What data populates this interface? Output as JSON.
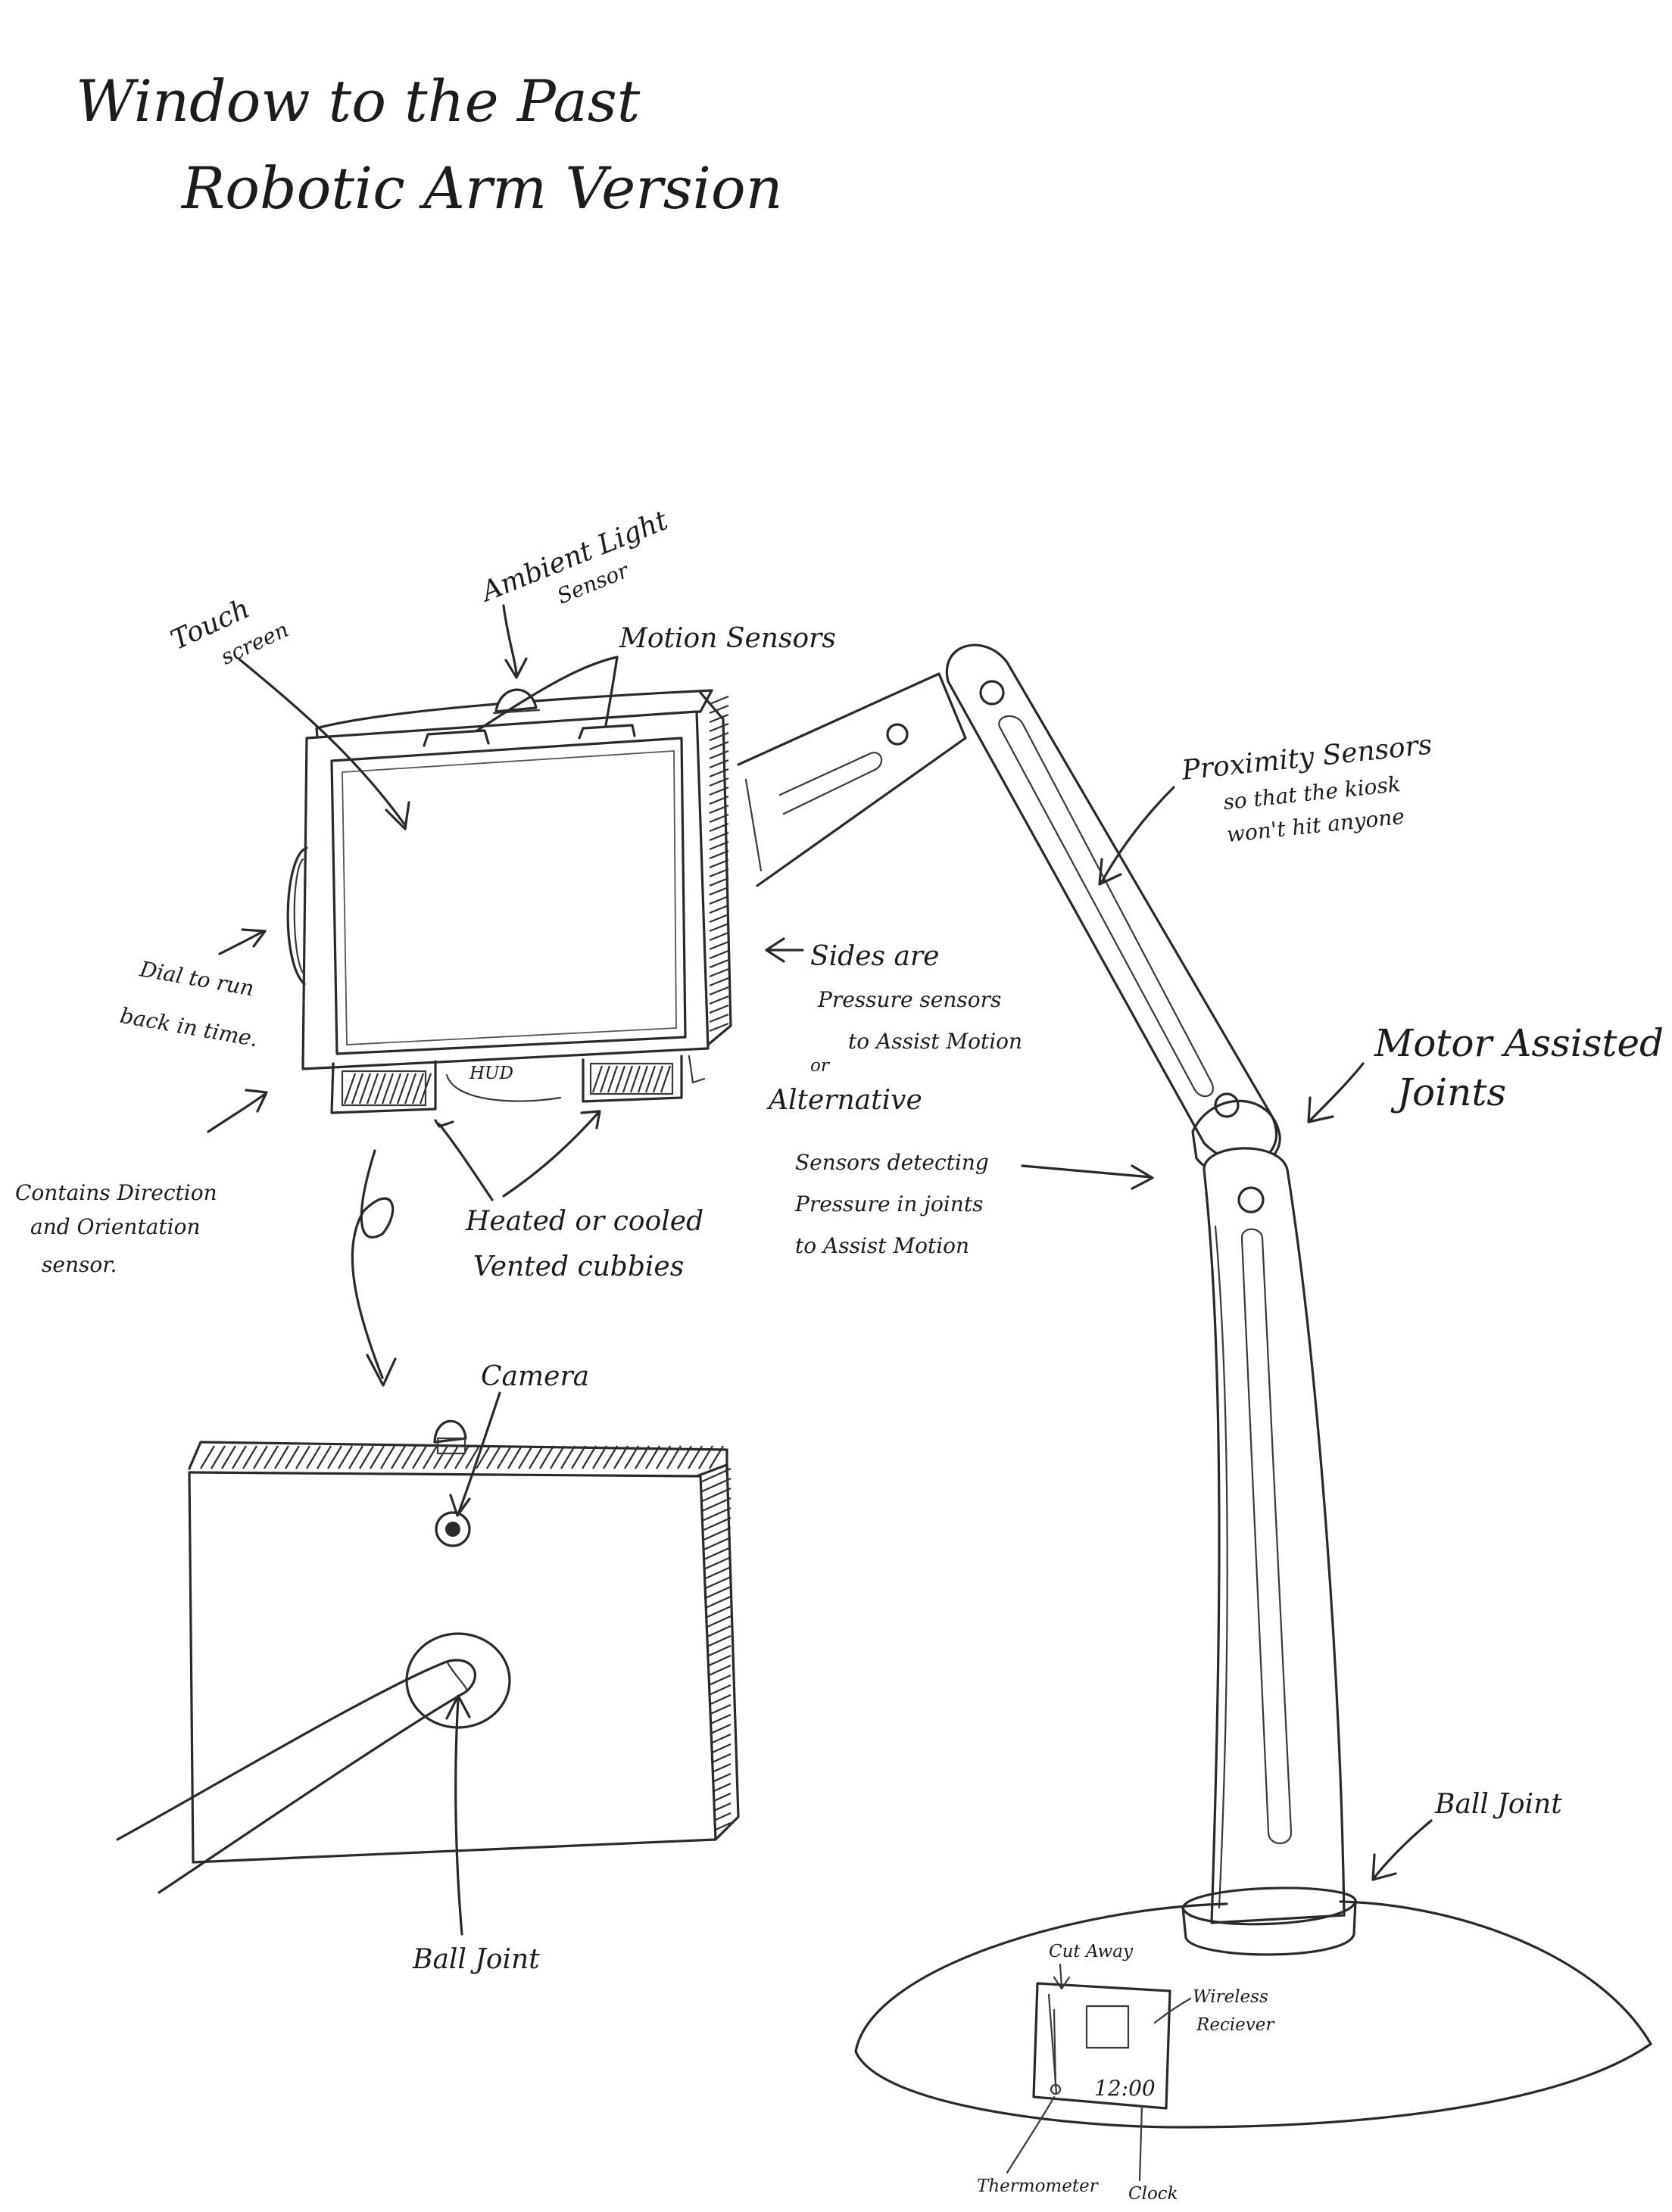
{
  "title": {
    "line1": "Window to the Past",
    "line2": "Robotic Arm Version"
  },
  "labels": {
    "touch_screen_1": "Touch",
    "touch_screen_2": "screen",
    "ambient_light_1": "Ambient Light",
    "ambient_light_2": "Sensor",
    "motion_sensors": "Motion Sensors",
    "proximity_1": "Proximity Sensors",
    "proximity_2": "so that the kiosk",
    "proximity_3": "won't hit anyone",
    "dial_1": "Dial to run",
    "dial_2": "back in time.",
    "sides_1": "Sides are",
    "sides_2": "Pressure sensors",
    "sides_3": "to Assist Motion",
    "or": "or",
    "alt_1": "Alternative",
    "alt_2": "Sensors detecting",
    "alt_3": "Pressure in joints",
    "alt_4": "to Assist Motion",
    "motor_1": "Motor Assisted",
    "motor_2": "Joints",
    "direction_1": "Contains Direction",
    "direction_2": "and Orientation",
    "direction_3": "sensor.",
    "cubbies_1": "Heated or cooled",
    "cubbies_2": "Vented cubbies",
    "hud": "HUD",
    "camera": "Camera",
    "ball_joint_front": "Ball Joint",
    "ball_joint_base": "Ball Joint",
    "cut_away": "Cut Away",
    "wireless_1": "Wireless",
    "wireless_2": "Reciever",
    "clock_display": "12:00",
    "thermometer": "Thermometer",
    "clock": "Clock"
  }
}
